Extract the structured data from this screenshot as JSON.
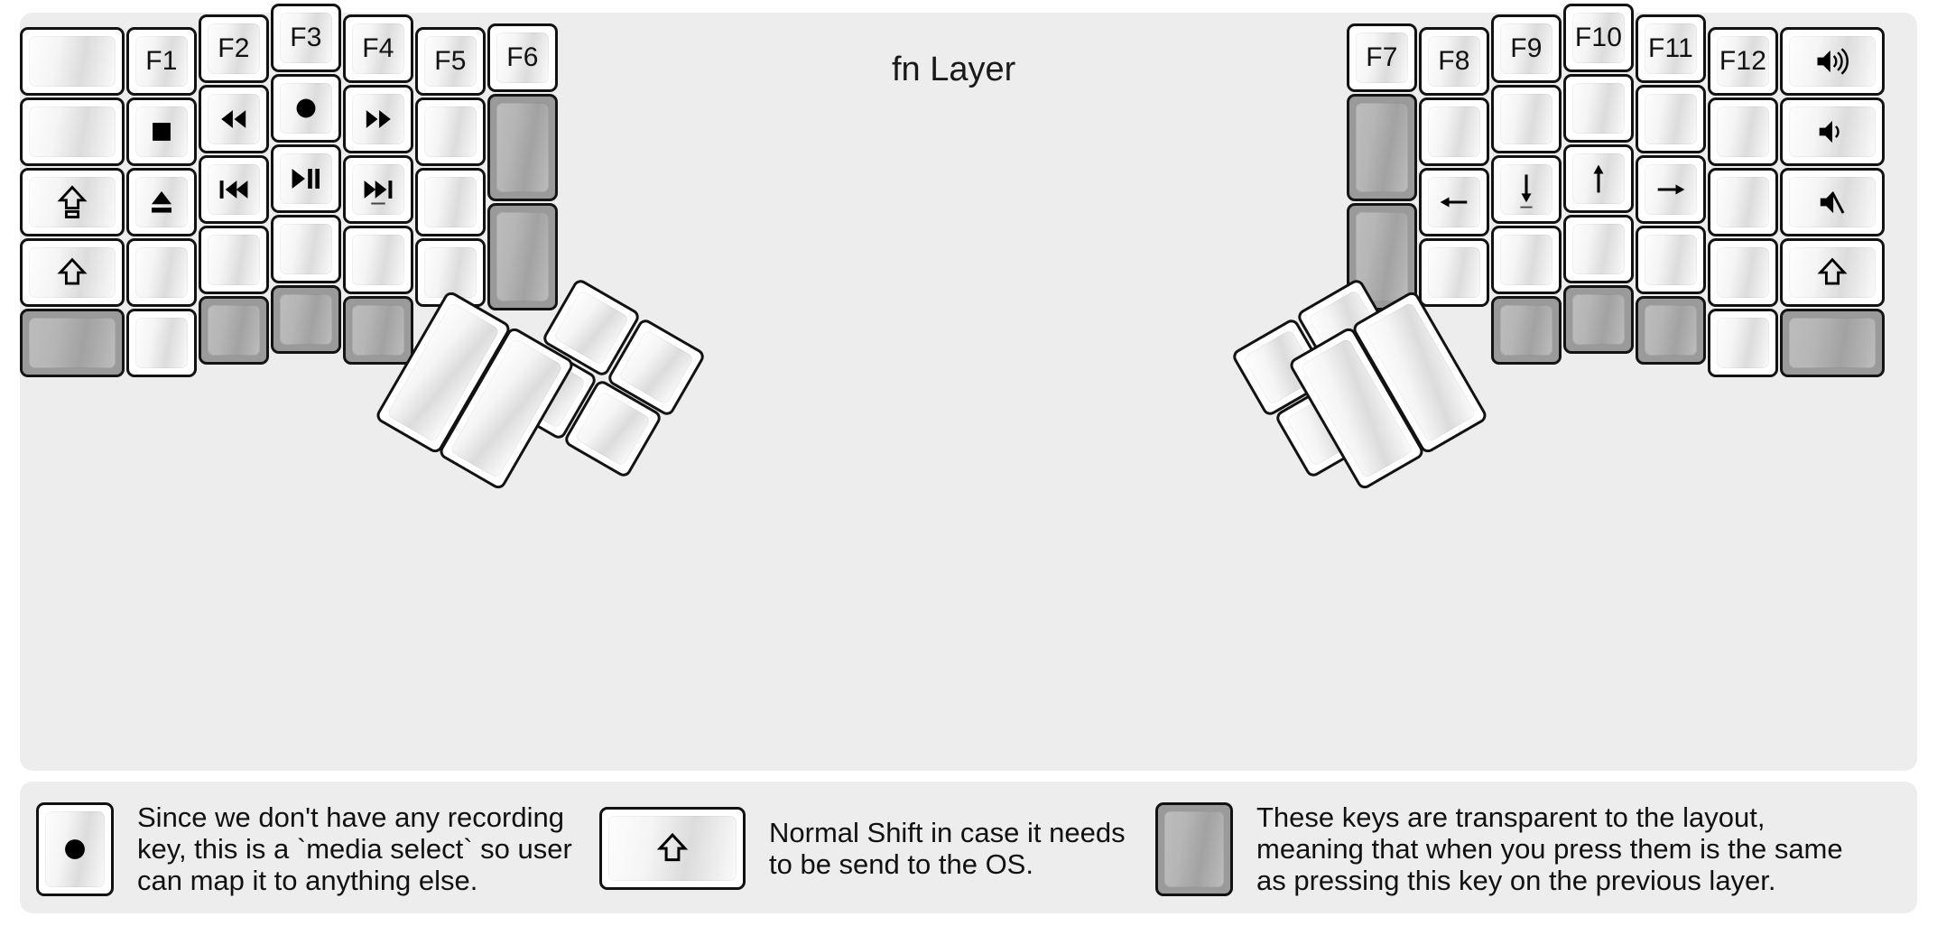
{
  "title": "fn Layer",
  "colors": {
    "page_background": "#ffffff",
    "panel_background": "#ededed",
    "key_border": "#121212",
    "key_face_light": "#fdfdfd",
    "key_face_shade": "#dcdcdc",
    "transparent_key_border": "#9a9a9a",
    "transparent_key_face": "#b2b2b2",
    "text": "#111111"
  },
  "left_half": {
    "columns": [
      {
        "name": "outer-column",
        "keys": [
          {
            "label": "",
            "icon": "",
            "type": "normal"
          },
          {
            "label": "",
            "icon": "",
            "type": "normal"
          },
          {
            "label": "",
            "icon": "caps-lock-icon",
            "type": "normal"
          },
          {
            "label": "",
            "icon": "shift-icon",
            "type": "normal"
          },
          {
            "label": "",
            "icon": "",
            "type": "transparent"
          }
        ]
      },
      {
        "name": "pinky-column",
        "keys": [
          {
            "label": "F1",
            "icon": "",
            "type": "normal"
          },
          {
            "label": "",
            "icon": "media-stop-icon",
            "type": "normal"
          },
          {
            "label": "",
            "icon": "media-eject-icon",
            "type": "normal"
          },
          {
            "label": "",
            "icon": "",
            "type": "normal"
          },
          {
            "label": "",
            "icon": "",
            "type": "normal"
          }
        ]
      },
      {
        "name": "ring-column",
        "keys": [
          {
            "label": "F2",
            "icon": "",
            "type": "normal"
          },
          {
            "label": "",
            "icon": "media-rewind-icon",
            "type": "normal"
          },
          {
            "label": "",
            "icon": "media-previous-icon",
            "type": "normal"
          },
          {
            "label": "",
            "icon": "",
            "type": "normal"
          },
          {
            "label": "",
            "icon": "",
            "type": "transparent"
          }
        ]
      },
      {
        "name": "middle-column",
        "keys": [
          {
            "label": "F3",
            "icon": "",
            "type": "normal"
          },
          {
            "label": "",
            "icon": "media-record-icon",
            "type": "normal"
          },
          {
            "label": "",
            "icon": "media-play-pause-icon",
            "type": "normal"
          },
          {
            "label": "",
            "icon": "",
            "type": "normal"
          },
          {
            "label": "",
            "icon": "",
            "type": "transparent"
          }
        ]
      },
      {
        "name": "index-column",
        "keys": [
          {
            "label": "F4",
            "icon": "",
            "type": "normal"
          },
          {
            "label": "",
            "icon": "media-fast-forward-icon",
            "type": "normal"
          },
          {
            "label": "",
            "icon": "media-next-icon",
            "type": "normal"
          },
          {
            "label": "",
            "icon": "",
            "type": "normal"
          },
          {
            "label": "",
            "icon": "",
            "type": "transparent"
          }
        ]
      },
      {
        "name": "inner-column",
        "keys": [
          {
            "label": "F5",
            "icon": "",
            "type": "normal"
          },
          {
            "label": "",
            "icon": "",
            "type": "normal"
          },
          {
            "label": "",
            "icon": "",
            "type": "normal"
          },
          {
            "label": "",
            "icon": "",
            "type": "normal"
          }
        ]
      },
      {
        "name": "innermost-column",
        "keys": [
          {
            "label": "F6",
            "icon": "",
            "type": "normal"
          },
          {
            "label": "",
            "icon": "",
            "type": "transparent"
          },
          {
            "label": "",
            "icon": "",
            "type": "transparent"
          }
        ]
      }
    ],
    "thumb_cluster": [
      {
        "label": "",
        "icon": "",
        "type": "normal"
      },
      {
        "label": "",
        "icon": "",
        "type": "normal"
      },
      {
        "label": "",
        "icon": "",
        "type": "normal"
      },
      {
        "label": "",
        "icon": "",
        "type": "normal"
      },
      {
        "label": "",
        "icon": "",
        "type": "normal"
      },
      {
        "label": "",
        "icon": "",
        "type": "normal"
      }
    ]
  },
  "right_half": {
    "columns": [
      {
        "name": "innermost-column",
        "keys": [
          {
            "label": "F7",
            "icon": "",
            "type": "normal"
          },
          {
            "label": "",
            "icon": "",
            "type": "transparent"
          },
          {
            "label": "",
            "icon": "",
            "type": "transparent"
          }
        ]
      },
      {
        "name": "inner-column",
        "keys": [
          {
            "label": "F8",
            "icon": "",
            "type": "normal"
          },
          {
            "label": "",
            "icon": "",
            "type": "normal"
          },
          {
            "label": "",
            "icon": "arrow-left-icon",
            "type": "normal"
          },
          {
            "label": "",
            "icon": "",
            "type": "normal"
          }
        ]
      },
      {
        "name": "index-column",
        "keys": [
          {
            "label": "F9",
            "icon": "",
            "type": "normal"
          },
          {
            "label": "",
            "icon": "",
            "type": "normal"
          },
          {
            "label": "",
            "icon": "arrow-down-icon",
            "type": "normal"
          },
          {
            "label": "",
            "icon": "",
            "type": "normal"
          },
          {
            "label": "",
            "icon": "",
            "type": "transparent"
          }
        ]
      },
      {
        "name": "middle-column",
        "keys": [
          {
            "label": "F10",
            "icon": "",
            "type": "normal"
          },
          {
            "label": "",
            "icon": "",
            "type": "normal"
          },
          {
            "label": "",
            "icon": "arrow-up-icon",
            "type": "normal"
          },
          {
            "label": "",
            "icon": "",
            "type": "normal"
          },
          {
            "label": "",
            "icon": "",
            "type": "transparent"
          }
        ]
      },
      {
        "name": "ring-column",
        "keys": [
          {
            "label": "F11",
            "icon": "",
            "type": "normal"
          },
          {
            "label": "",
            "icon": "",
            "type": "normal"
          },
          {
            "label": "",
            "icon": "arrow-right-icon",
            "type": "normal"
          },
          {
            "label": "",
            "icon": "",
            "type": "normal"
          },
          {
            "label": "",
            "icon": "",
            "type": "transparent"
          }
        ]
      },
      {
        "name": "pinky-column",
        "keys": [
          {
            "label": "F12",
            "icon": "",
            "type": "normal"
          },
          {
            "label": "",
            "icon": "",
            "type": "normal"
          },
          {
            "label": "",
            "icon": "",
            "type": "normal"
          },
          {
            "label": "",
            "icon": "",
            "type": "normal"
          },
          {
            "label": "",
            "icon": "",
            "type": "normal"
          }
        ]
      },
      {
        "name": "outer-column",
        "keys": [
          {
            "label": "",
            "icon": "volume-up-icon",
            "type": "normal"
          },
          {
            "label": "",
            "icon": "volume-down-icon",
            "type": "normal"
          },
          {
            "label": "",
            "icon": "volume-mute-icon",
            "type": "normal"
          },
          {
            "label": "",
            "icon": "shift-icon",
            "type": "normal"
          },
          {
            "label": "",
            "icon": "",
            "type": "transparent"
          }
        ]
      }
    ],
    "thumb_cluster": [
      {
        "label": "",
        "icon": "",
        "type": "normal"
      },
      {
        "label": "",
        "icon": "",
        "type": "normal"
      },
      {
        "label": "",
        "icon": "",
        "type": "normal"
      },
      {
        "label": "",
        "icon": "",
        "type": "normal"
      },
      {
        "label": "",
        "icon": "",
        "type": "normal"
      },
      {
        "label": "",
        "icon": "",
        "type": "normal"
      }
    ]
  },
  "legend": [
    {
      "icon": "media-record-icon",
      "key_type": "normal",
      "text": "Since we don't have any recording\nkey, this is a `media select` so user\ncan map it to anything else."
    },
    {
      "icon": "shift-icon",
      "key_type": "normal",
      "text": "Normal Shift in case it needs\nto be send to the OS."
    },
    {
      "icon": "",
      "key_type": "transparent",
      "text": "These keys are transparent to the layout,\nmeaning that when you press them is the same\nas pressing this key on the previous layer."
    }
  ]
}
